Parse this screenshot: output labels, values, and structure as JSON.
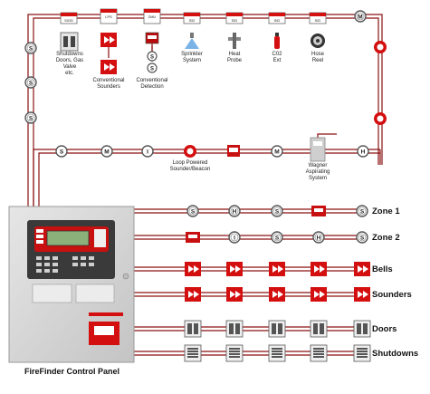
{
  "colors": {
    "cable": "#8a1111",
    "device_red": "#d40f0f",
    "panel_grey": "#d7d7d7"
  },
  "top_loop": {
    "devices": [
      {
        "name": "shutdowns-io-unit",
        "icon": "switch-panel-icon",
        "label": "Shutdowns\nDoors, Gas Valve\netc.",
        "tag": "SIOD"
      },
      {
        "name": "conventional-sounders-unit",
        "icon": "sounder-icon",
        "label": "Conventional\nSounders",
        "tag": "LPS"
      },
      {
        "name": "conventional-detection-unit",
        "icon": "zone-monitor-icon",
        "label": "Conventional\nDetection",
        "tag": "ZMU"
      },
      {
        "name": "sprinkler-system-unit",
        "icon": "sprinkler-icon",
        "label": "Sprinkler\nSystem",
        "tag": "SID"
      },
      {
        "name": "heat-probe-unit",
        "icon": "heat-probe-icon",
        "label": "Heat\nProbe",
        "tag": "SID"
      },
      {
        "name": "co2-ext-unit",
        "icon": "extinguisher-icon",
        "label": "C02\nExt",
        "tag": "SID"
      },
      {
        "name": "hose-reel-unit",
        "icon": "hose-reel-icon",
        "label": "Hose\nReel",
        "tag": "SID"
      }
    ]
  },
  "loop_labels": {
    "loop_sounder": "Loop Powered\nSounder/Beacon",
    "aspirating": "Wagner\nAspirating\nSystem"
  },
  "detector_letters": {
    "smoke": "S",
    "multi": "M",
    "heat": "H",
    "ion": "I"
  },
  "zones": [
    {
      "label": "Zone 1",
      "devices": [
        "S",
        "H",
        "S",
        "call-point",
        "S"
      ]
    },
    {
      "label": "Zone 2",
      "devices": [
        "call-point",
        "I",
        "S",
        "H",
        "S"
      ]
    }
  ],
  "outputs": [
    {
      "label": "Bells",
      "icon": "bell-icon"
    },
    {
      "label": "Sounders",
      "icon": "sounder-icon"
    },
    {
      "label": "Doors",
      "icon": "door-icon"
    },
    {
      "label": "Shutdowns",
      "icon": "shutdown-icon"
    }
  ],
  "panel": {
    "title": "FireFinder Control Panel"
  }
}
